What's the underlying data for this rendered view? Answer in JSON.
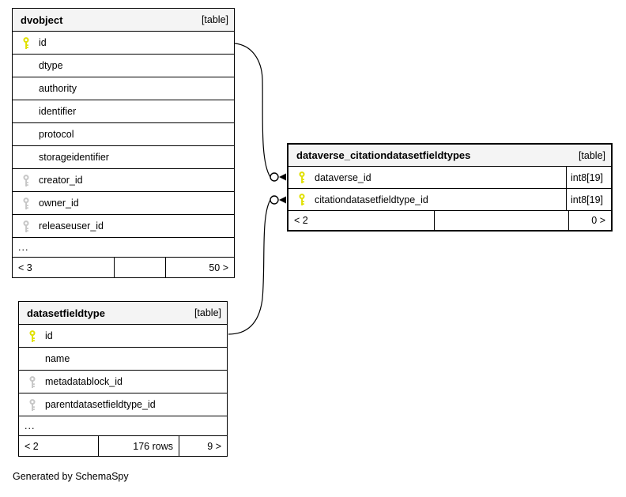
{
  "note": "Generated by SchemaSpy",
  "colors": {
    "border": "#000000",
    "header_bg": "#f4f4f4",
    "key_primary": "#e0e000",
    "key_foreign": "#c6c6c6",
    "canvas_bg": "#ffffff"
  },
  "icons": {
    "primary_key": "yellow-key-icon",
    "foreign_key": "gray-key-icon"
  },
  "tables": {
    "dvobject": {
      "title": "dvobject",
      "badge": "[table]",
      "rows": [
        {
          "name": "id"
        },
        {
          "name": "dtype"
        },
        {
          "name": "authority"
        },
        {
          "name": "identifier"
        },
        {
          "name": "protocol"
        },
        {
          "name": "storageidentifier"
        },
        {
          "name": "creator_id"
        },
        {
          "name": "owner_id"
        },
        {
          "name": "releaseuser_id"
        }
      ],
      "ellipsis": "...",
      "footer": {
        "left": "< 3",
        "center": "",
        "right": "50 >"
      }
    },
    "datasetfieldtype": {
      "title": "datasetfieldtype",
      "badge": "[table]",
      "rows": [
        {
          "name": "id"
        },
        {
          "name": "name"
        },
        {
          "name": "metadatablock_id"
        },
        {
          "name": "parentdatasetfieldtype_id"
        }
      ],
      "ellipsis": "...",
      "footer": {
        "left": "< 2",
        "center": "176 rows",
        "right": "9 >"
      }
    },
    "dataverse_citationdatasetfieldtypes": {
      "title": "dataverse_citationdatasetfieldtypes",
      "badge": "[table]",
      "rows": [
        {
          "name": "dataverse_id",
          "type": "int8[19]"
        },
        {
          "name": "citationdatasetfieldtype_id",
          "type": "int8[19]"
        }
      ],
      "footer": {
        "left": "< 2",
        "center": "",
        "right": "0 >"
      }
    }
  }
}
